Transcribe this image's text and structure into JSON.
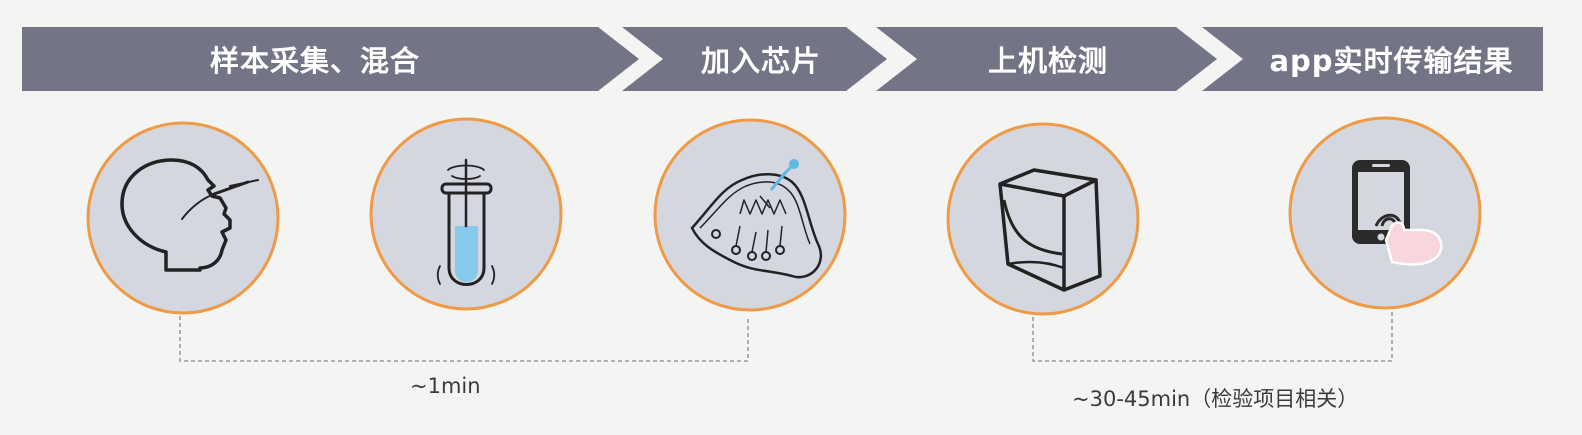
{
  "steps": [
    {
      "label": "样本采集、混合"
    },
    {
      "label": "加入芯片"
    },
    {
      "label": "上机检测"
    },
    {
      "label": "app实时传输结果"
    }
  ],
  "icons": [
    {
      "name": "head-swab-icon"
    },
    {
      "name": "test-tube-icon"
    },
    {
      "name": "microfluidic-chip-icon"
    },
    {
      "name": "detection-device-icon"
    },
    {
      "name": "smartphone-tap-icon"
    }
  ],
  "timings": {
    "first": "~1min",
    "second": "~30-45min（检验项目相关）"
  },
  "colors": {
    "banner": "#737486",
    "circle_fill": "#d5d7e0",
    "circle_border": "#ef9a45",
    "liquid": "#86c9ea",
    "dropper": "#5fb8e2",
    "finger": "#f7d6dc"
  }
}
